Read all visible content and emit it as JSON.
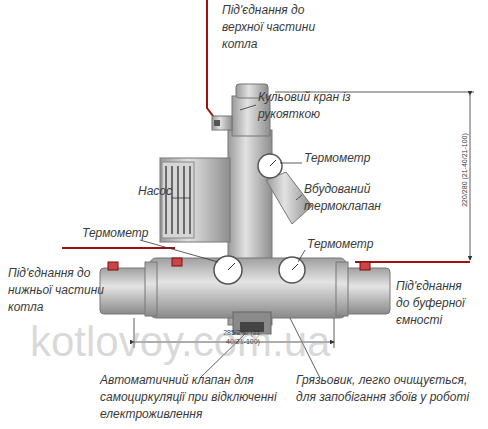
{
  "diagram": {
    "labels": [
      "Під'єднання до верхної частини котла",
      "Кульовий кран із рукояткою",
      "Термометр",
      "Вбудований термоклапан",
      "Насос",
      "Термометр",
      "Термометр",
      "Під'єднання до нижньої частини котла",
      "Під'єднання до буферної ємності",
      "Автоматичний клапан для самоциркуляції при відключенні електроживлення",
      "Грязьовик, легко очищується, для запобігання збоїв у роботі",
      "220/280 (21-40/21-100)",
      "285/290 (21-40/21-100)",
      "kotlovoy.com.ua"
    ]
  }
}
